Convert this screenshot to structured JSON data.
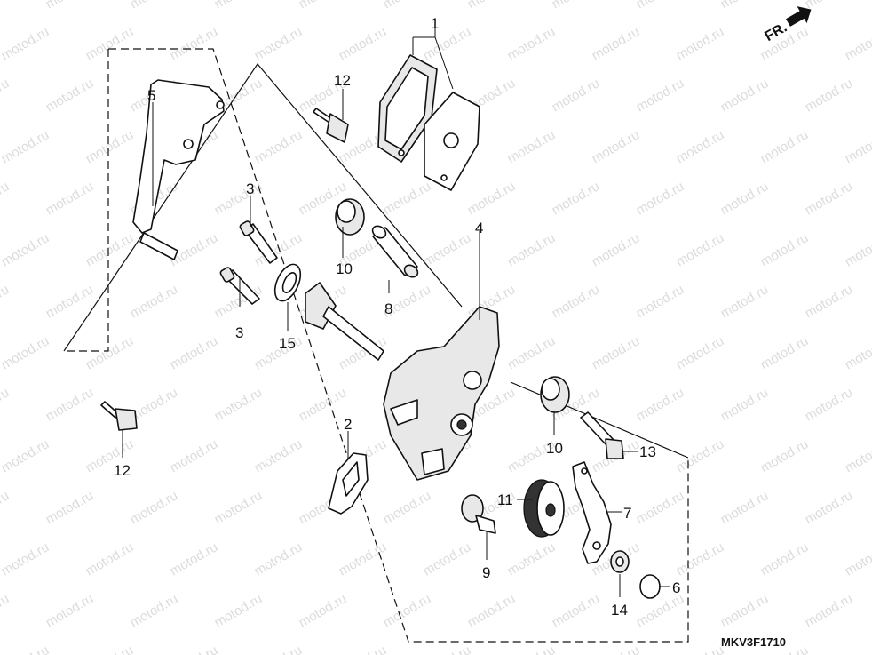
{
  "watermark_text": "motod.ru",
  "diagram_code": "MKV3F1710",
  "orientation_label": "FR.",
  "callouts": [
    {
      "id": "c1",
      "label": "1"
    },
    {
      "id": "c2",
      "label": "2"
    },
    {
      "id": "c3a",
      "label": "3"
    },
    {
      "id": "c3b",
      "label": "3"
    },
    {
      "id": "c4",
      "label": "4"
    },
    {
      "id": "c5",
      "label": "5"
    },
    {
      "id": "c6",
      "label": "6"
    },
    {
      "id": "c7",
      "label": "7"
    },
    {
      "id": "c8",
      "label": "8"
    },
    {
      "id": "c9",
      "label": "9"
    },
    {
      "id": "c10a",
      "label": "10"
    },
    {
      "id": "c10b",
      "label": "10"
    },
    {
      "id": "c11",
      "label": "11"
    },
    {
      "id": "c12a",
      "label": "12"
    },
    {
      "id": "c12b",
      "label": "12"
    },
    {
      "id": "c13",
      "label": "13"
    },
    {
      "id": "c14",
      "label": "14"
    },
    {
      "id": "c15",
      "label": "15"
    }
  ]
}
